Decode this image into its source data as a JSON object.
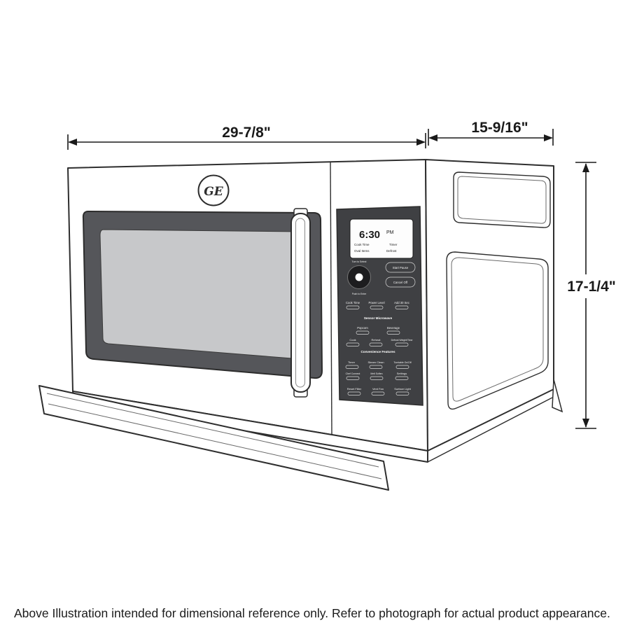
{
  "dimensions": {
    "front_width": "29-7/8\"",
    "side_depth": "15-9/16\"",
    "height": "17-1/4\""
  },
  "caption": "Above Illustration intended for dimensional reference only. Refer to photograph for actual product appearance.",
  "microwave": {
    "brand_logo": "GE",
    "display": {
      "time": "6:30",
      "meridiem": "PM",
      "indicators": [
        "Cook Time",
        "Timer",
        "Oval Items",
        "Defrost"
      ]
    },
    "knob": {
      "label_top": "Turn to Select",
      "label_bottom": "Push to Enter"
    },
    "panel": {
      "start_button": "Start Pause",
      "cancel_button": "Cancel Off",
      "quick_row": [
        "Cook Time",
        "Power Level",
        "Add 30 Sec"
      ],
      "sensor_header": "Sensor Microwave",
      "sensor_row_1": [
        "Popcorn",
        "Beverage"
      ],
      "sensor_row_2": [
        "Cook",
        "Reheat",
        "Defrost Weight/Time"
      ],
      "convenience_header": "Convenience Features",
      "convenience_row_1": [
        "Timer",
        "Steam Clean",
        "Turntable On/Off"
      ],
      "convenience_row_2": [
        "Chef Connect",
        "Melt Soften",
        "Settings"
      ],
      "utility_row": [
        "Reset Filter",
        "Vent Fan",
        "Surface Light"
      ]
    }
  }
}
